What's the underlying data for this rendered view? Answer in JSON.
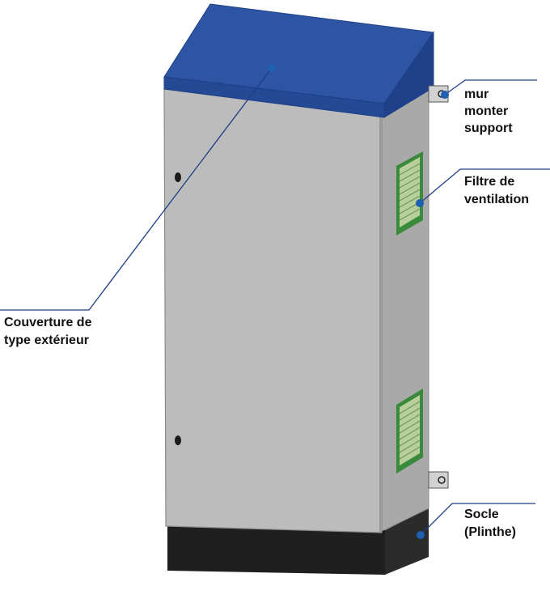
{
  "colors": {
    "roof": "#2d55a4",
    "roof_edge": "#1d3f86",
    "body_front": "#bcbcbc",
    "body_side": "#a9a9a9",
    "plinth": "#1f1f1f",
    "filter_frame": "#3a8a3c",
    "filter_fins": "#b9cf9b",
    "leader": "#1d3f86"
  },
  "callouts": {
    "roof": {
      "lines": [
        "Couverture de",
        "type extérieur"
      ]
    },
    "wall_bracket": {
      "lines": [
        "mur",
        "monter",
        "support"
      ]
    },
    "filter": {
      "lines": [
        "Filtre de",
        "ventilation"
      ]
    },
    "plinth": {
      "lines": [
        "Socle",
        "(Plinthe)"
      ]
    }
  }
}
